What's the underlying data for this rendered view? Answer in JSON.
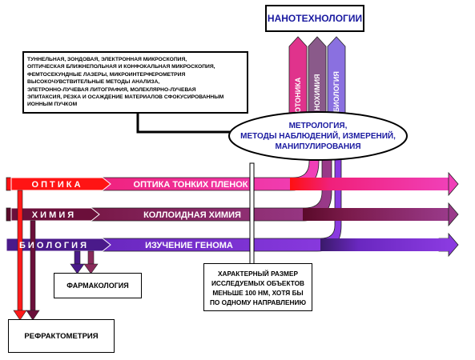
{
  "title": "НАНОТЕХНОЛОГИИ",
  "columns": [
    "НАНОФОТОНИКА",
    "НАНОХИМИЯ",
    "НАНОБИОЛОГИЯ"
  ],
  "methods_lines": [
    "ТУННЕЛЬНАЯ, ЗОНДОВАЯ, ЭЛЕКТРОННАЯ МИКРОСКОПИЯ,",
    "ОПТИЧЕСКАЯ БЛИЖНЕПОЛЬНАЯ И КОНФОКАЛЬНАЯ МИКРОСКОПИЯ,",
    "ФЕМТОСЕКУНДНЫЕ ЛАЗЕРЫ, МИКРОИНТЕРФЕРОМЕТРИЯ",
    "ВЫСОКОЧУВСТВИТЕЛЬНЫЕ МЕТОДЫ АНАЛИЗА,",
    "ЭЛЕТРОННО-ЛУЧЕВАЯ ЛИТОГРАФИЯ, МОЛЕКЛЯРНО-ЛУЧЕВАЯ",
    "ЭПИТАКСИЯ, РЕЗКА И ОСАЖДЕНИЕ МАТЕРИАЛОВ СФОКУСИРОВАННЫМ",
    "ИОННЫМ ПУЧКОМ"
  ],
  "metrology_lines": [
    "МЕТРОЛОГИЯ,",
    "МЕТОДЫ НАБЛЮДЕНИЙ, ИЗМЕРЕНИЙ,",
    "МАНИПУЛИРОВАНИЯ"
  ],
  "rows": [
    {
      "name": "О П Т И К А",
      "topic": "ОПТИКА ТОНКИХ ПЛЕНОК"
    },
    {
      "name": "Х И М И Я",
      "topic": "КОЛЛОИДНАЯ ХИМИЯ"
    },
    {
      "name": "Б И О Л О Г И Я",
      "topic": "ИЗУЧЕНИЕ ГЕНОМА"
    }
  ],
  "pharmacology": "ФАРМАКОЛОГИЯ",
  "refractometry": "РЕФРАКТОМЕТРИЯ",
  "size_note_lines": [
    "ХАРАКТЕРНЫЙ РАЗМЕР",
    "ИССЛЕДУЕМЫХ ОБЪЕКТОВ",
    "МЕНЬШЕ 100 НМ, ХОТЯ БЫ",
    "ПО ОДНОМУ НАПРАВЛЕНИЮ"
  ],
  "colors": {
    "optics_red": "#ff1a1a",
    "optics_pink": "#ee2ea8",
    "chem_dark": "#6b0f3a",
    "chem_purple": "#8c2a7a",
    "bio_violet": "#7b2ccf",
    "bio_dark": "#3a1a6a",
    "nanophotonics": "#e0338c",
    "nanochemistry": "#8a5a8a",
    "nanobiology": "#8a70e0"
  }
}
